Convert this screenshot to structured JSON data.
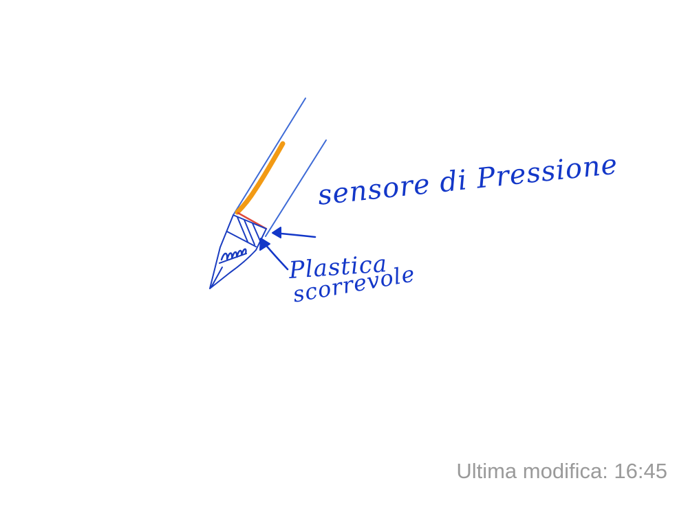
{
  "colors": {
    "ink": "#1337c8",
    "pen_body": "#3d6ad6",
    "refill": "#f29a14",
    "sensor_line": "#e0493a",
    "footer_text": "#9a9a9a",
    "background": "#ffffff"
  },
  "annotations": {
    "sensor_label": "sensore di Pressione",
    "plastic_label_line1": "Plastica",
    "plastic_label_line2": "scorrevole"
  },
  "footer": {
    "last_modified": "Ultima modifica: 16:45"
  }
}
